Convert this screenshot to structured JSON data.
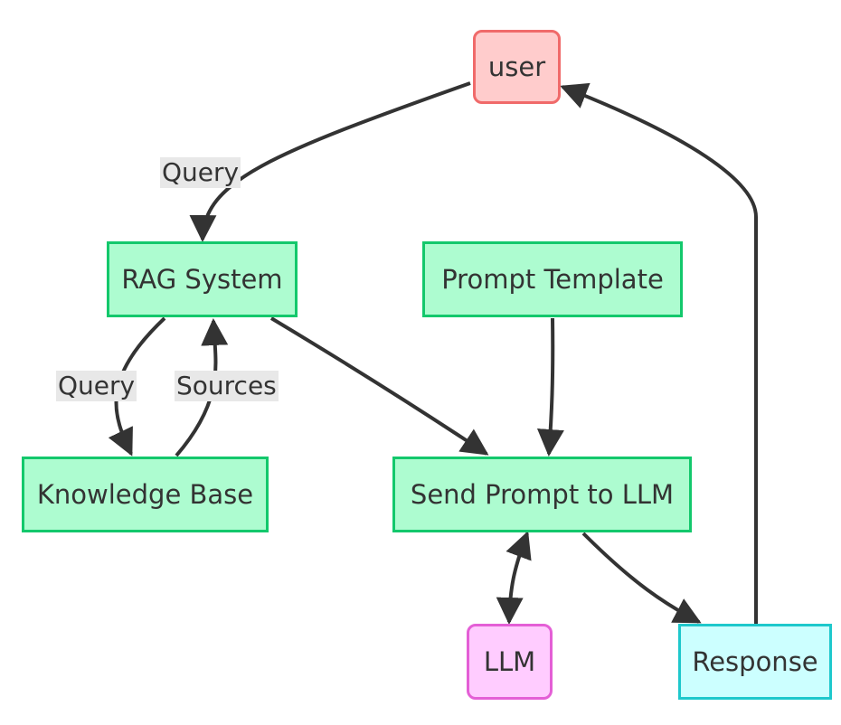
{
  "nodes": {
    "user": {
      "label": "user",
      "fill": "#ffcccc",
      "stroke": "#f06a6a"
    },
    "rag_system": {
      "label": "RAG System",
      "fill": "#adfcd0",
      "stroke": "#13c86c"
    },
    "prompt_template": {
      "label": "Prompt Template",
      "fill": "#adfcd0",
      "stroke": "#13c86c"
    },
    "knowledge_base": {
      "label": "Knowledge Base",
      "fill": "#adfcd0",
      "stroke": "#13c86c"
    },
    "send_prompt": {
      "label": "Send Prompt to LLM",
      "fill": "#adfcd0",
      "stroke": "#13c86c"
    },
    "llm": {
      "label": "LLM",
      "fill": "#ffccff",
      "stroke": "#e45fd6"
    },
    "response": {
      "label": "Response",
      "fill": "#ccffff",
      "stroke": "#1ec8cc"
    }
  },
  "edges": [
    {
      "from": "user",
      "to": "rag_system",
      "label": "Query"
    },
    {
      "from": "rag_system",
      "to": "knowledge_base",
      "label": "Query"
    },
    {
      "from": "knowledge_base",
      "to": "rag_system",
      "label": "Sources"
    },
    {
      "from": "rag_system",
      "to": "send_prompt",
      "label": ""
    },
    {
      "from": "prompt_template",
      "to": "send_prompt",
      "label": ""
    },
    {
      "from": "send_prompt",
      "to": "llm",
      "label": "",
      "bidirectional": true
    },
    {
      "from": "send_prompt",
      "to": "response",
      "label": ""
    },
    {
      "from": "response",
      "to": "user",
      "label": ""
    }
  ],
  "colors": {
    "edge": "#333333",
    "label_bg": "#e8e8e8"
  }
}
